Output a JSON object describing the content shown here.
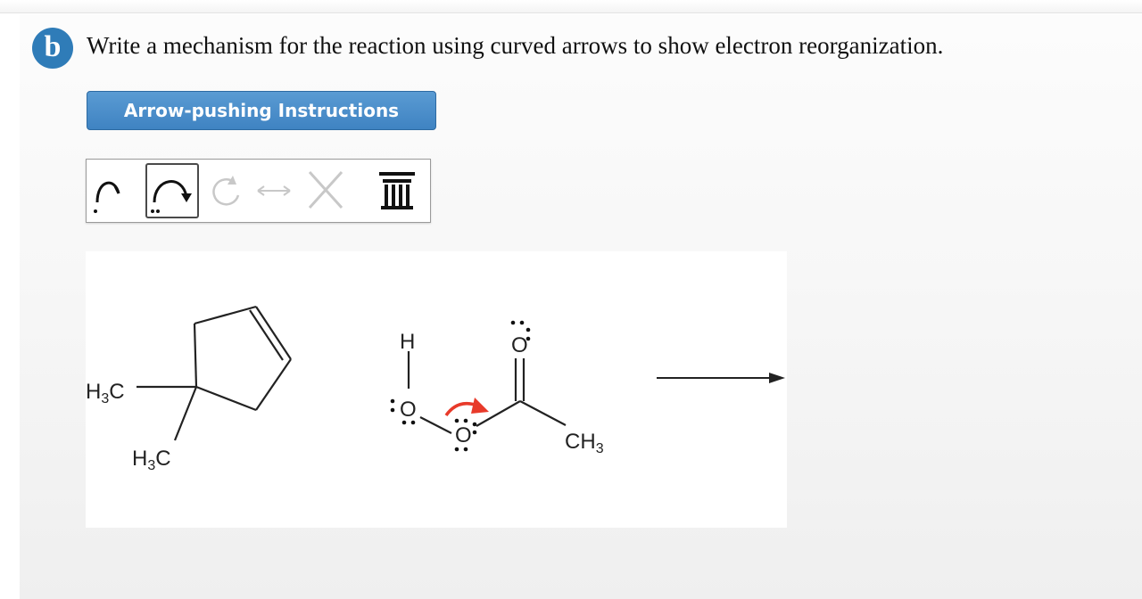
{
  "step": {
    "badge": "b"
  },
  "prompt": "Write a mechanism for the reaction using curved arrows to show electron reorganization.",
  "instructions_button": "Arrow-pushing Instructions",
  "toolbar": {
    "tools": [
      {
        "name": "single-electron-arrow-icon",
        "enabled": true
      },
      {
        "name": "electron-pair-arrow-icon",
        "enabled": true,
        "selected": true
      },
      {
        "name": "rotate-icon",
        "enabled": false
      },
      {
        "name": "resonance-arrow-icon",
        "enabled": false
      },
      {
        "name": "delete-x-icon",
        "enabled": false
      },
      {
        "name": "trash-icon",
        "enabled": true
      }
    ]
  },
  "molecules": {
    "cyclopentene": {
      "methyl_1": "H3C",
      "methyl_2": "H3C"
    },
    "acetic_acid": {
      "hydrogen": "H",
      "hydroxyl_oxygen": "O",
      "bridge_oxygen": "O",
      "carbonyl_oxygen": "O",
      "methyl": "CH3"
    }
  },
  "colors": {
    "badge": "#2f7cb8",
    "button": "#3f83c2",
    "curved_arrow": "#e83a2a"
  }
}
